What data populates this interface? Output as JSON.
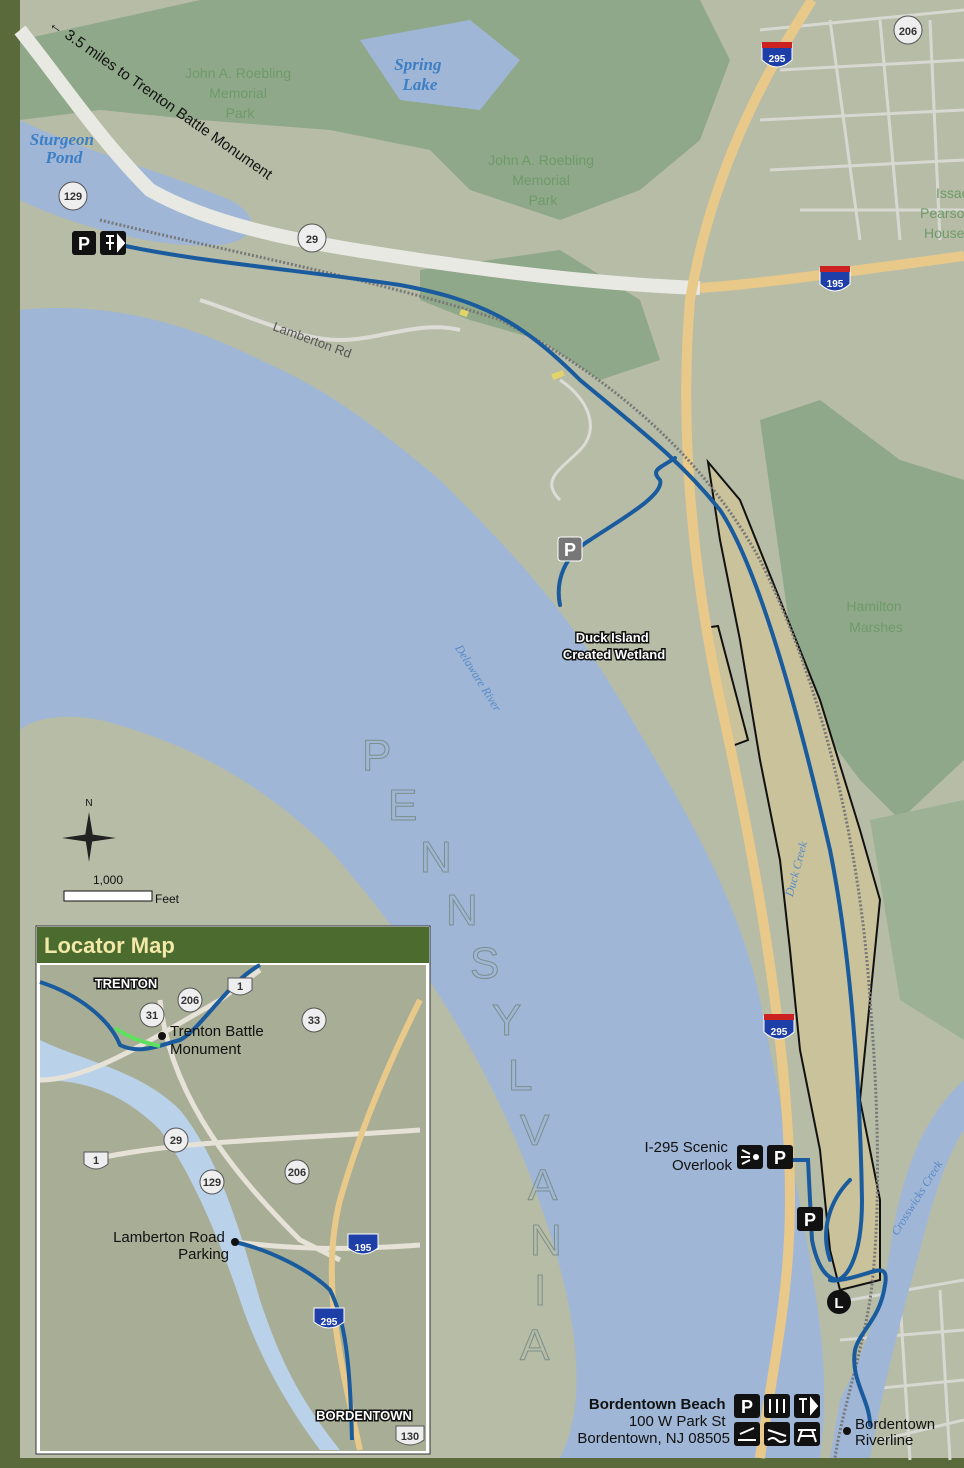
{
  "map": {
    "state_label": "PENNSYLVANIA",
    "state_letters": [
      "P",
      "E",
      "N",
      "N",
      "S",
      "Y",
      "L",
      "V",
      "A",
      "N",
      "I",
      "A"
    ],
    "direction_note": "3.5 miles to Trenton Battle Monument",
    "parks": {
      "roebling_west": [
        "John A. Roebling",
        "Memorial",
        "Park"
      ],
      "roebling_east": [
        "John A. Roebling",
        "Memorial",
        "Park"
      ],
      "hamilton": [
        "Hamilton",
        "Marshes"
      ],
      "isaac": [
        "Issac",
        "Pearso",
        "House"
      ]
    },
    "waters": {
      "spring_lake": [
        "Spring",
        "Lake"
      ],
      "sturgeon_pond": [
        "Sturgeon",
        "Pond"
      ],
      "delaware_river": "Delaware River",
      "duck_creek": "Duck Creek",
      "crosswicks_creek": "Crosswicks Creek"
    },
    "roads": {
      "lamberton": "Lamberton Rd",
      "shields": {
        "r206": "206",
        "r129": "129",
        "r29": "29",
        "i295_top": "295",
        "i195": "195",
        "i295_bottom": "295"
      }
    },
    "pois": {
      "duck_island": [
        "Duck Island",
        "Created Wetland"
      ],
      "overlook": [
        "I-295 Scenic",
        "Overlook"
      ],
      "beach_name": "Bordentown Beach",
      "beach_address1": "100 W Park St",
      "beach_address2": "Bordentown, NJ 08505",
      "riverline": [
        "Bordentown",
        "Riverline"
      ],
      "parking_symbol": "P",
      "light_rail_symbol": "L"
    },
    "scale": {
      "label": "1,000",
      "unit": "Feet",
      "north": "N"
    }
  },
  "locator": {
    "title": "Locator Map",
    "towns": {
      "trenton": "TRENTON",
      "bordentown": "BORDENTOWN"
    },
    "places": {
      "monument": [
        "Trenton Battle",
        "Monument"
      ],
      "lamberton": [
        "Lamberton Road",
        "Parking"
      ]
    },
    "shields": [
      "31",
      "206",
      "1",
      "33",
      "29",
      "1",
      "129",
      "206",
      "195",
      "295",
      "130"
    ]
  },
  "colors": {
    "land": "#b5bba6",
    "water": "#9fb6d6",
    "park": "#8fa889",
    "trail": "#1a5b9e",
    "highway": "#e8c98a",
    "frame": "#5a6a3a",
    "locator_header": "#4c6b2e"
  }
}
